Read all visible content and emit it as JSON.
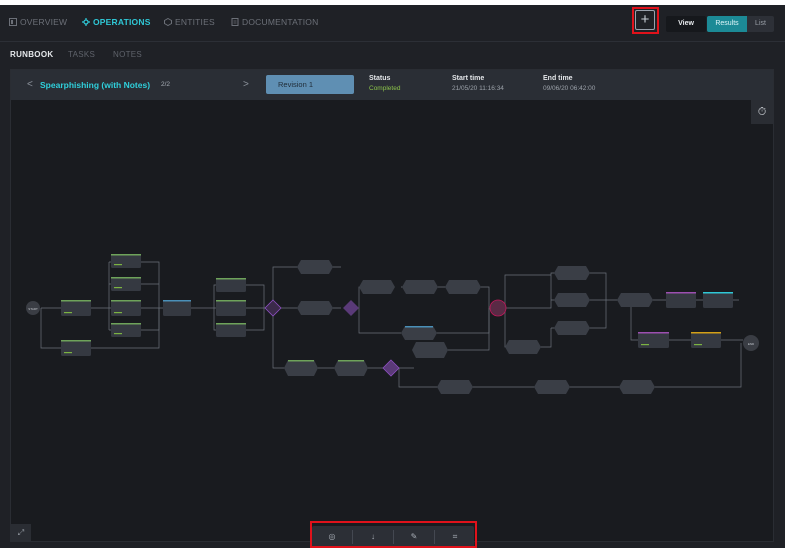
{
  "nav": {
    "overview": "OVERVIEW",
    "operations": "OPERATIONS",
    "entities": "ENTITIES",
    "documentation": "DOCUMENTATION",
    "add_symbol": "+",
    "view_label": "View",
    "results": "Results",
    "list": "List"
  },
  "subnav": {
    "runbook": "RUNBOOK",
    "tasks": "TASKS",
    "notes": "NOTES"
  },
  "runbook": {
    "title": "Spearphishing (with Notes)",
    "count": "2/2",
    "prev": "<",
    "next": ">",
    "revision": "Revision 1",
    "status_label": "Status",
    "status_value": "Completed",
    "start_label": "Start time",
    "start_value": "21/05/20  11:16:34",
    "end_label": "End time",
    "end_value": "09/06/20  06:42:00"
  },
  "graph": {
    "start_label": "START",
    "end_label": "END"
  },
  "colors": {
    "accent": "#2fc8d6",
    "success": "#8bc34a",
    "decision": "#7b3fa0",
    "merge": "#c2185b"
  },
  "icons": [
    "dashboard-icon",
    "operations-icon",
    "entities-icon",
    "documentation-icon",
    "plus-icon",
    "timer-icon",
    "expand-icon",
    "center-icon",
    "download-icon",
    "edit-icon",
    "fit-icon"
  ]
}
